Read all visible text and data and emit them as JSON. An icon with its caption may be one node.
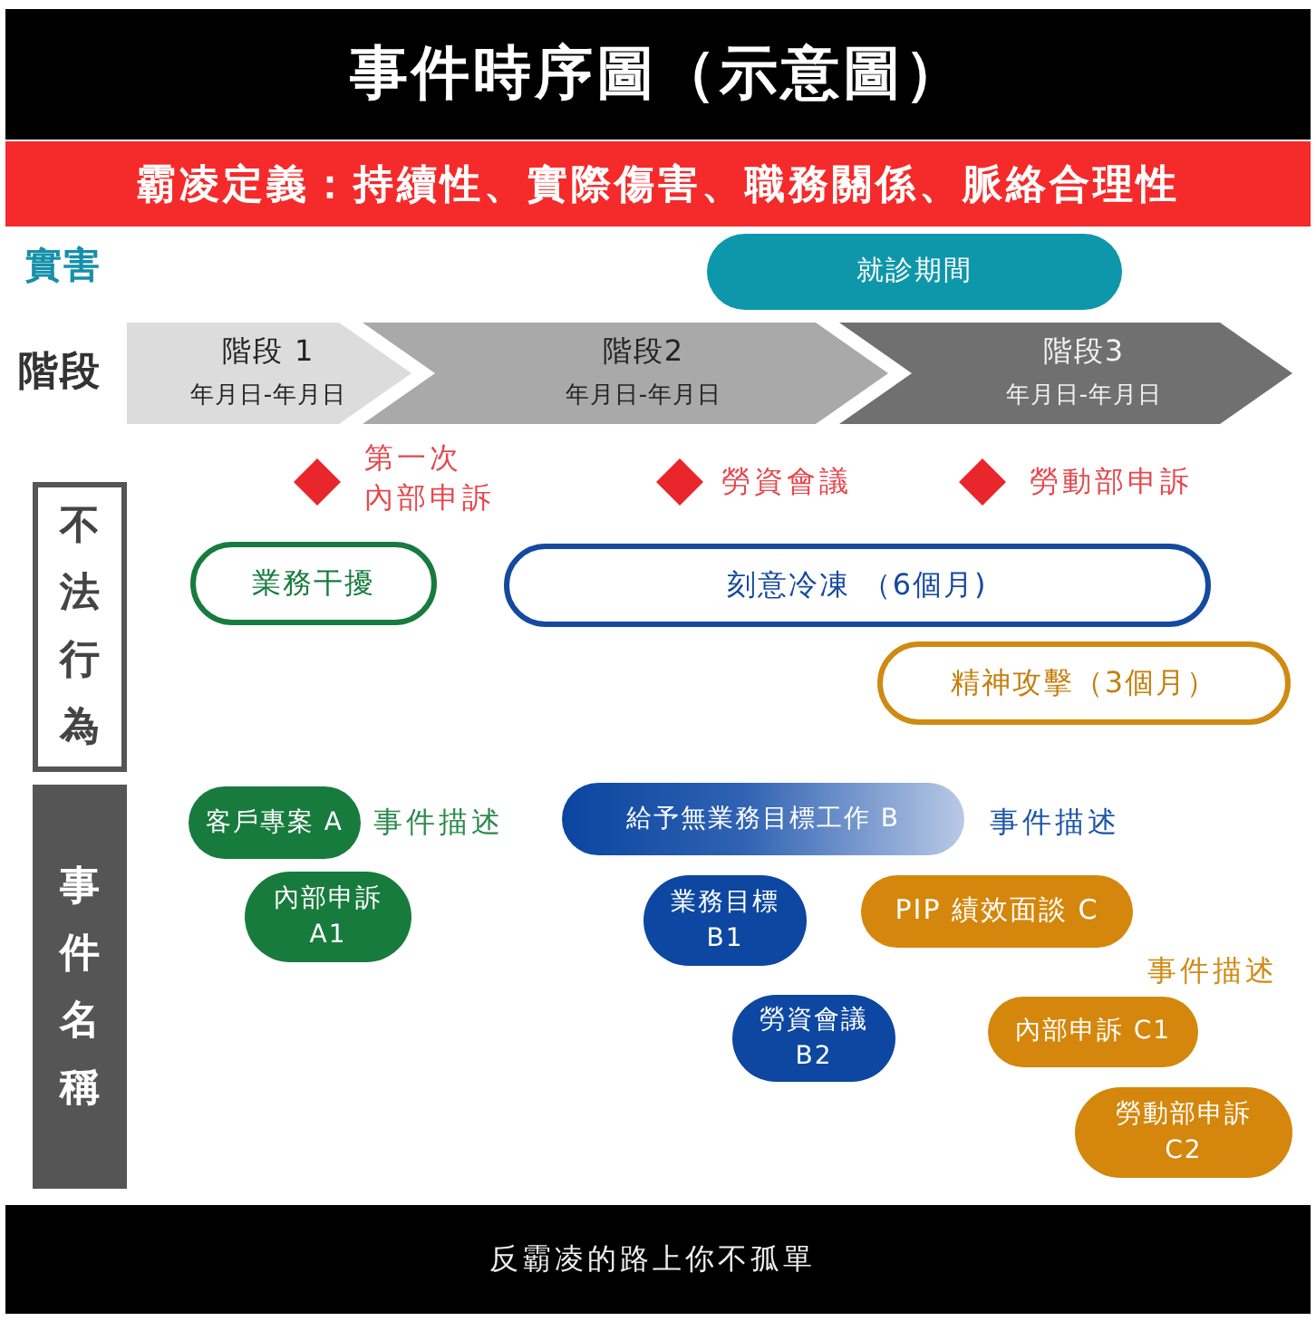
{
  "diagram": {
    "title": "事件時序圖（示意圖）",
    "caption": "反霸凌的路上你不孤單",
    "nodes": [
      {
        "text": [
          "霸凌定義：持續性、實際傷害、職務關係、脈絡合理性"
        ]
      },
      {
        "text": [
          "就診期間"
        ]
      },
      {
        "text": [
          "階段 1",
          "年月日-年月日"
        ]
      },
      {
        "text": [
          "階段2",
          "年月日-年月日"
        ]
      },
      {
        "text": [
          "階段3",
          "年月日-年月日"
        ]
      },
      {
        "text": [],
        "shape": "diamond",
        "beside": [
          "第一次內部申訴"
        ]
      },
      {
        "text": [],
        "shape": "diamond",
        "beside": [
          "勞資會議"
        ]
      },
      {
        "text": [],
        "shape": "diamond",
        "beside": [
          "勞動部申訴"
        ]
      },
      {
        "text": [
          "不法行為"
        ]
      },
      {
        "text": [
          "業務干擾"
        ]
      },
      {
        "text": [
          "刻意冷凍 （6個月)"
        ]
      },
      {
        "text": [
          "精神攻擊（3個月）"
        ]
      },
      {
        "text": [
          "事件名稱"
        ]
      },
      {
        "text": [
          "客戶專案 A"
        ],
        "beside": [
          "事件描述"
        ]
      },
      {
        "text": [
          "給予無業務目標工作 B"
        ],
        "beside": [
          "事件描述"
        ]
      },
      {
        "text": [
          "內部申訴 A1"
        ]
      },
      {
        "text": [
          "業務目標 B1"
        ]
      },
      {
        "text": [
          "PIP 績效面談 C"
        ],
        "beside": [
          "事件描述"
        ]
      },
      {
        "text": [
          "勞資會議 B2"
        ]
      },
      {
        "text": [
          "內部申訴 C1"
        ]
      },
      {
        "text": [
          "勞動部申訴 C2"
        ]
      }
    ],
    "labels": [
      "實害",
      "階段"
    ]
  }
}
